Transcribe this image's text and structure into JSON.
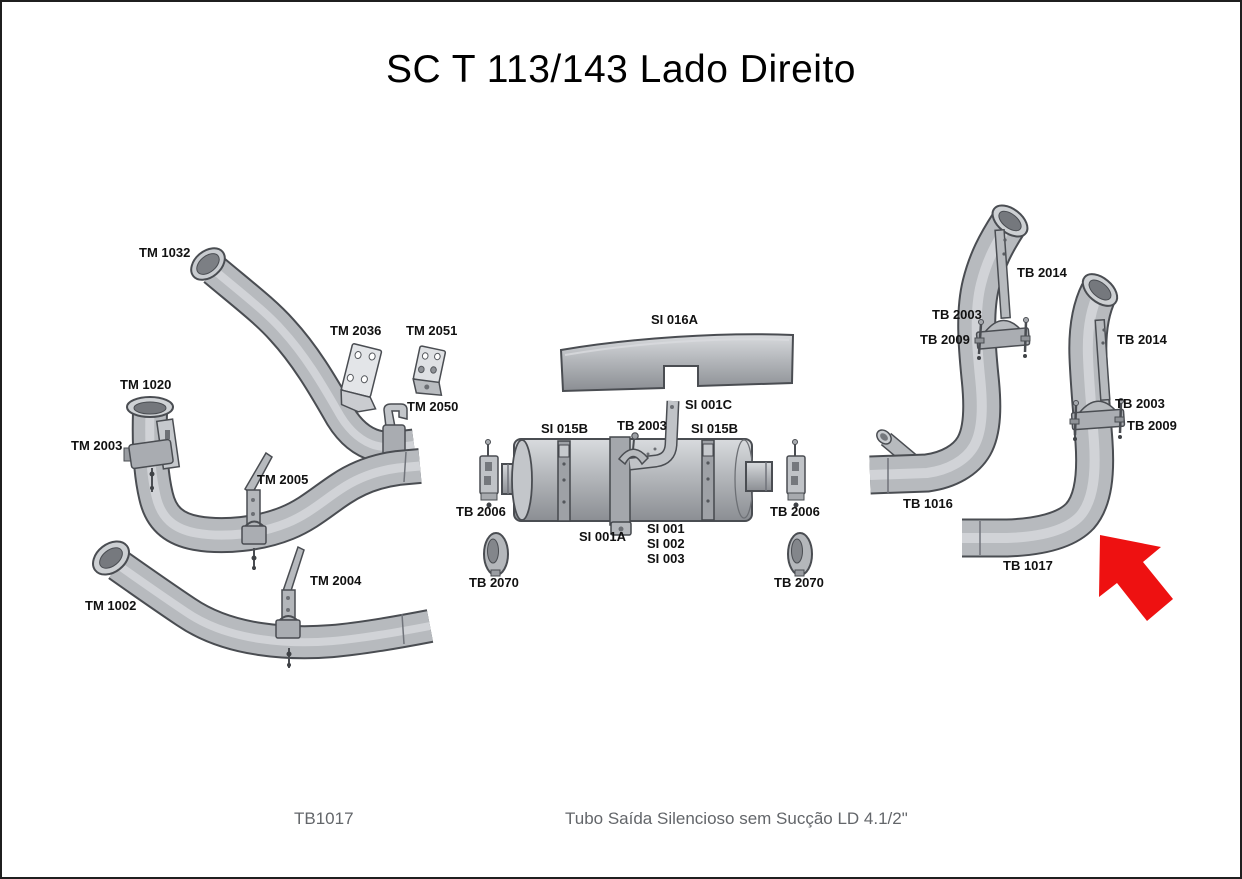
{
  "title": "SC T 113/143 Lado Direito",
  "footer": {
    "part_code": "TB1017",
    "description": "Tubo Saída Silencioso sem Sucção LD 4.1/2\""
  },
  "colors": {
    "arrow_red": "#ee1111",
    "pipe_fill": "#b7babe",
    "pipe_outline": "#4a4d52",
    "label_text": "#111111",
    "footer_text": "#63666a"
  },
  "labels": {
    "tm_1032": "TM 1032",
    "tm_2036": "TM 2036",
    "tm_2051": "TM 2051",
    "tm_1020": "TM 1020",
    "tm_2050": "TM 2050",
    "tm_2003": "TM 2003",
    "tm_2005": "TM 2005",
    "tm_2004": "TM 2004",
    "tm_1002": "TM 1002",
    "si_016a": "SI 016A",
    "si_001c": "SI 001C",
    "si_015b_left": "SI 015B",
    "tb_2003_muffler": "TB 2003",
    "si_015b_right": "SI 015B",
    "tb_2006_left": "TB 2006",
    "tb_2006_right": "TB 2006",
    "si_001a": "SI 001A",
    "si_001": "SI 001",
    "si_002": "SI 002",
    "si_003": "SI 003",
    "tb_2070_left": "TB 2070",
    "tb_2070_right": "TB 2070",
    "tb_2014_upper": "TB 2014",
    "tb_2003_pipe1": "TB 2003",
    "tb_2009_pipe1": "TB 2009",
    "tb_2014_lower": "TB 2014",
    "tb_2003_pipe2": "TB 2003",
    "tb_2009_pipe2": "TB 2009",
    "tb_1016": "TB 1016",
    "tb_1017": "TB 1017"
  }
}
